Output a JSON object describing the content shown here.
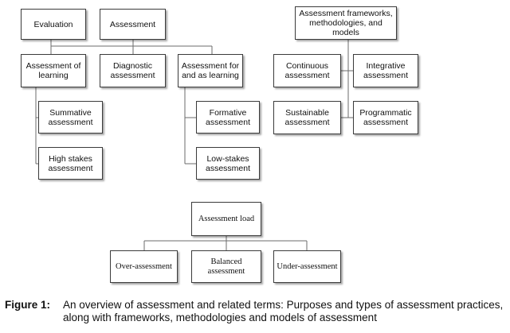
{
  "nodes": {
    "evaluation": "Evaluation",
    "assessment": "Assessment",
    "assessment_of_learning": "Assessment of\nlearning",
    "diagnostic_assessment": "Diagnostic\nassessment",
    "assessment_for_as_learning": "Assessment for\nand as learning",
    "summative_assessment": "Summative\nassessment",
    "formative_assessment": "Formative\nassessment",
    "high_stakes_assessment": "High stakes\nassessment",
    "low_stakes_assessment": "Low-stakes\nassessment",
    "frameworks": "Assessment frameworks,\nmethodologies, and\nmodels",
    "continuous_assessment": "Continuous\nassessment",
    "integrative_assessment": "Integrative\nassessment",
    "sustainable_assessment": "Sustainable\nassessment",
    "programmatic_assessment": "Programmatic\nassessment",
    "assessment_load": "Assessment load",
    "over_assessment": "Over-assessment",
    "balanced_assessment": "Balanced\nassessment",
    "under_assessment": "Under-assessment"
  },
  "caption": {
    "label": "Figure 1:",
    "text": "An overview of assessment and related terms: Purposes and types of assessment practices, along with frameworks, methodologies and models of assessment"
  },
  "colors": {
    "border": "#3b3b3b",
    "connector": "#6b6b6b",
    "shadow": "rgba(0,0,0,0.35)"
  }
}
